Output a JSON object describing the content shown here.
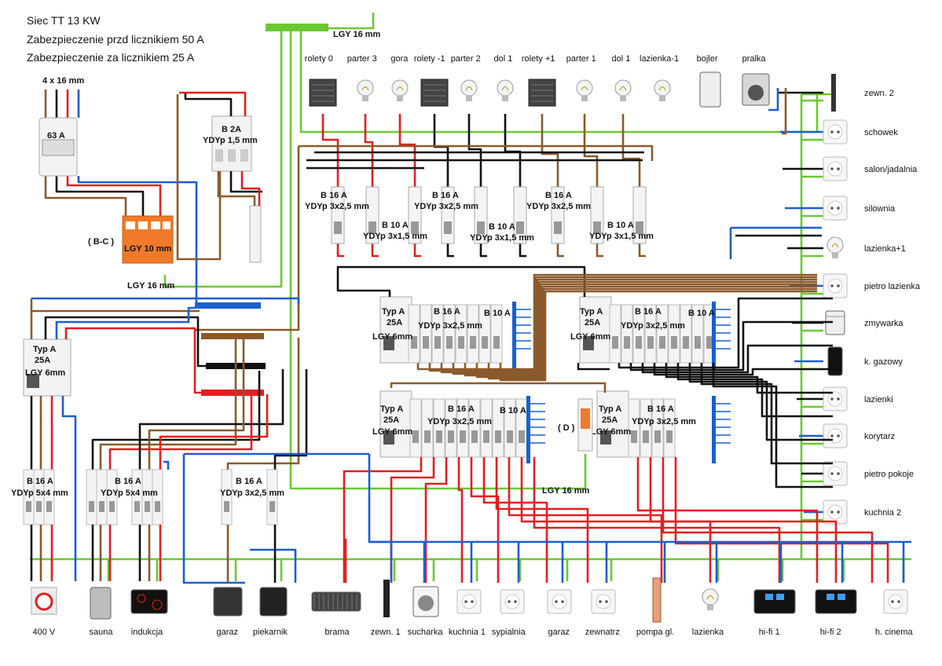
{
  "header": {
    "line1": "Siec TT  13 KW",
    "line2": "Zabezpieczenie przd licznikiem 50 A",
    "line3": "Zabezpieczenie za licznikiem 25 A"
  },
  "colors": {
    "phase_red": "#e41e1e",
    "phase_black": "#111111",
    "neutral_blue": "#1a5fd1",
    "brown": "#8b5a2b",
    "earth_green": "#6cc832",
    "spd_orange": "#f07a2a"
  },
  "main": {
    "cable": "4 x 16 mm",
    "main_breaker": "63 A",
    "spd_class": "( B-C )",
    "spd_cable": "LGY 10 mm",
    "pe_cable": "LGY 16 mm",
    "top_earth": "LGY 16 mm",
    "bottom_earth": "LGY 16 mm",
    "b2a": "B 2A",
    "b2a_cable": "YDYp 1,5 mm",
    "spd_d": "( D )"
  },
  "rcd": {
    "type": "Typ A",
    "rating": "25A",
    "cable": "LGY 6mm"
  },
  "top_row": {
    "group1_rating": "B 16 A",
    "group1_cable": "YDYp 3x2,5 mm",
    "group2_rating": "B 10 A",
    "group2_cable": "YDYp 3x1,5 mm"
  },
  "boards": {
    "b16": "B 16 A",
    "b10": "B 10 A",
    "cable25": "YDYp 3x2,5 mm",
    "b16_5x4": "B 16 A",
    "cable_5x4": "YDYp 5x4 mm"
  },
  "top_loads": [
    "rolety 0",
    "parter 3",
    "gora",
    "rolety -1",
    "parter 2",
    "dol 1",
    "rolety +1",
    "parter 1",
    "dol 1",
    "lazienka-1",
    "bojler",
    "pralka"
  ],
  "right_loads": [
    "zewn. 2",
    "schowek",
    "salon/jadalnia",
    "silownia",
    "lazienka+1",
    "pietro lazienka",
    "zmywarka",
    "k. gazowy",
    "lazienki",
    "korytarz",
    "pietro pokoje",
    "kuchnia 2"
  ],
  "bottom_loads": [
    "400 V",
    "sauna",
    "indukcja",
    "garaz",
    "piekarnik",
    "brama",
    "zewn. 1",
    "sucharka",
    "kuchnia 1",
    "sypialnia",
    "garaz",
    "zewnatrz",
    "pompa gl.",
    "lazienka",
    "hi-fi 1",
    "hi-fi 2",
    "h. cinema"
  ]
}
